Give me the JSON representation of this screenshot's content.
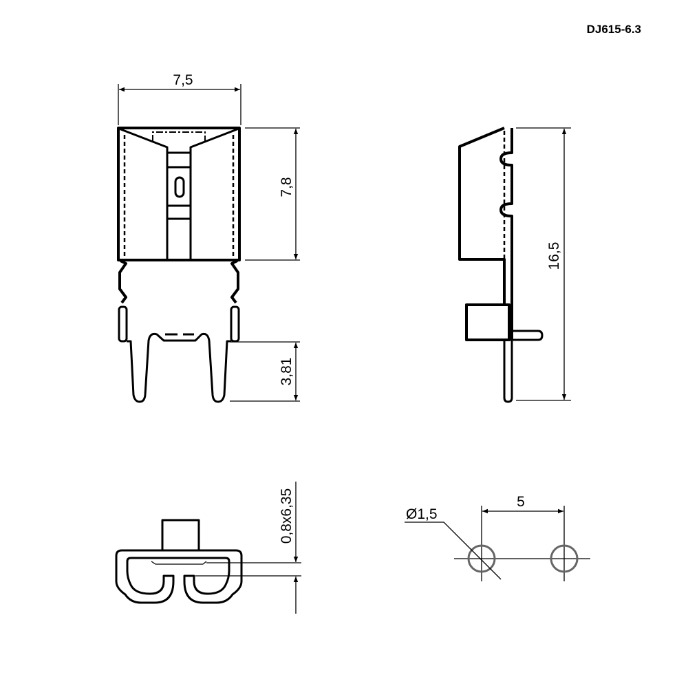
{
  "title": "DJ615-6.3",
  "front_view": {
    "width_dim": "7,5",
    "body_height_dim": "7,8",
    "pin_length_dim": "3,81"
  },
  "side_view": {
    "total_height_dim": "16,5"
  },
  "bottom_view": {
    "tab_dim": "0,8x6,35"
  },
  "pcb_layout": {
    "hole_diameter_dim": "Ø1,5",
    "pitch_dim": "5",
    "hole_color": "#666666"
  }
}
